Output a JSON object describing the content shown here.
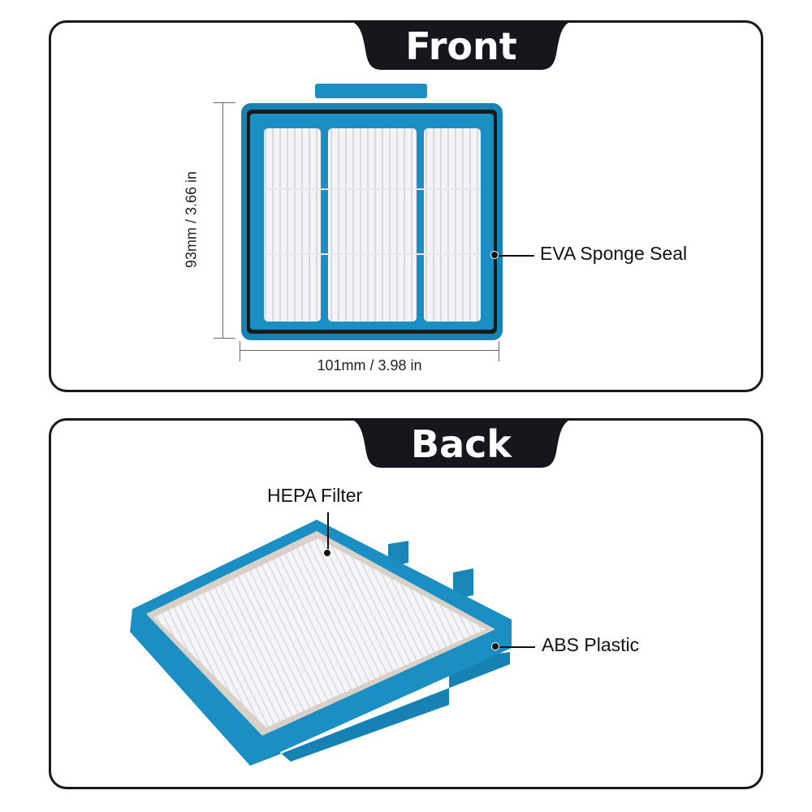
{
  "front": {
    "title": "Front",
    "height_dimension": "93mm / 3.66 in",
    "width_dimension": "101mm / 3.98 in",
    "callout": "EVA Sponge Seal"
  },
  "back": {
    "title": "Back",
    "callout_top": "HEPA Filter",
    "callout_right": "ABS Plastic"
  },
  "colors": {
    "panel_border": "#18181e",
    "tab_fill": "#16161c",
    "filter_frame_blue": "#1b8fc4",
    "seal_black": "#1a1a1a",
    "filter_media": "#f2f2f5"
  }
}
